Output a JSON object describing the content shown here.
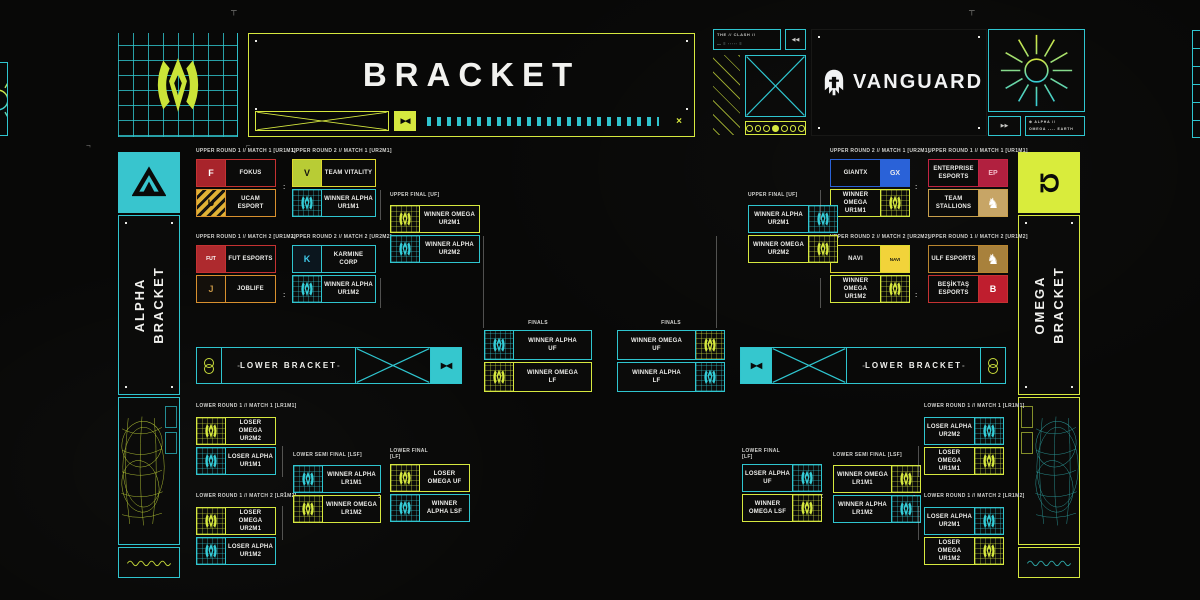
{
  "title_bar": {
    "title": "BRACKET"
  },
  "brand": {
    "name": "VANGUARD",
    "mini_line1": "THE // CLASH //",
    "mini_line2": "— ≡ ····· ≡",
    "rewind_icon": "◀◀",
    "forward_icon": "▶▶",
    "info_row1": "⊕ ALPHA //",
    "info_row2": "OMEGA ---- EARTH"
  },
  "sidebar_left": {
    "word1": "ALPHA",
    "word2": "BRACKET"
  },
  "sidebar_right": {
    "word1": "OMEGA",
    "word2": "BRACKET"
  },
  "lower_bar": {
    "label": "LOWER BRACKET",
    "dash": "-"
  },
  "decor": {
    "colon": ":",
    "bowtie": "▶◀",
    "x_icon": "×",
    "tee": "┬",
    "corner": "¬"
  },
  "alpha_upper": {
    "matches": [
      {
        "header": "UPPER ROUND 1 // MATCH 1 [UR1M1]",
        "slots": [
          {
            "name": "FOKUS",
            "glyph": "F"
          },
          {
            "name": "UCAM ESPORT",
            "glyph": "U"
          }
        ]
      },
      {
        "header": "UPPER ROUND 2 // MATCH 1 [UR2M1]",
        "slots": [
          {
            "name": "TEAM VITALITY",
            "glyph": "V"
          },
          {
            "name": "WINNER ALPHA UR1M1"
          }
        ]
      },
      {
        "header": "UPPER ROUND 1 // MATCH 2 [UR1M2]",
        "slots": [
          {
            "name": "FUT ESPORTS",
            "glyph": "FUT"
          },
          {
            "name": "JOBLIFE",
            "glyph": "J"
          }
        ]
      },
      {
        "header": "UPPER ROUND 2 // MATCH 2 [UR2M2]",
        "slots": [
          {
            "name": "KARMINE CORP",
            "glyph": "K"
          },
          {
            "name": "WINNER ALPHA UR1M2"
          }
        ]
      }
    ],
    "final": {
      "header": "UPPER FINAL [UF]",
      "slots": [
        {
          "name": "WINNER OMEGA UR2M1"
        },
        {
          "name": "WINNER ALPHA UR2M2"
        }
      ]
    }
  },
  "omega_upper": {
    "matches": [
      {
        "header": "UPPER ROUND 2 // MATCH 1 [UR2M1]",
        "slots": [
          {
            "name": "GIANTX",
            "glyph": "GX"
          },
          {
            "name": "WINNER OMEGA UR1M1"
          }
        ]
      },
      {
        "header": "UPPER ROUND 1 // MATCH 1 [UR1M1]",
        "slots": [
          {
            "name": "ENTERPRISE ESPORTS",
            "glyph": "EP"
          },
          {
            "name": "TEAM STALLIONS",
            "glyph": "♞"
          }
        ]
      },
      {
        "header": "UPPER ROUND 2 // MATCH 2 [UR2M2]",
        "slots": [
          {
            "name": "NAVI",
            "glyph": "NAVI"
          },
          {
            "name": "WINNER OMEGA UR1M2"
          }
        ]
      },
      {
        "header": "UPPER ROUND 1 // MATCH 2 [UR1M2]",
        "slots": [
          {
            "name": "ULF ESPORTS",
            "glyph": "♞"
          },
          {
            "name": "BEŞİKTAŞ ESPORTS",
            "glyph": "B"
          }
        ]
      }
    ],
    "final": {
      "header": "UPPER FINAL [UF]",
      "slots": [
        {
          "name": "WINNER ALPHA UR2M1"
        },
        {
          "name": "WINNER OMEGA UR2M2"
        }
      ]
    }
  },
  "alpha_lower": {
    "matches": [
      {
        "header": "LOWER ROUND 1 // MATCH 1 [LR1M1]",
        "slots": [
          {
            "name": "LOSER OMEGA UR2M2"
          },
          {
            "name": "LOSER ALPHA UR1M1"
          }
        ]
      },
      {
        "header": "LOWER ROUND 1 // MATCH 2 [LR1M2]",
        "slots": [
          {
            "name": "LOSER OMEGA UR2M1"
          },
          {
            "name": "LOSER ALPHA UR1M2"
          }
        ]
      }
    ],
    "semifinal": {
      "header": "LOWER SEMI FINAL [LSF]",
      "slots": [
        {
          "name": "WINNER ALPHA LR1M1"
        },
        {
          "name": "WINNER OMEGA LR1M2"
        }
      ]
    },
    "final": {
      "line1": "LOWER FINAL",
      "line2": "[LF]",
      "slots": [
        {
          "name": "LOSER OMEGA UF"
        },
        {
          "name": "WINNER ALPHA LSF"
        }
      ]
    }
  },
  "omega_lower": {
    "matches": [
      {
        "header": "LOWER ROUND 1 // MATCH 1 [LR1M1]",
        "slots": [
          {
            "name": "LOSER ALPHA UR2M2"
          },
          {
            "name": "LOSER OMEGA UR1M1"
          }
        ]
      },
      {
        "header": "LOWER ROUND 1 // MATCH 2 [LR1M2]",
        "slots": [
          {
            "name": "LOSER ALPHA UR2M1"
          },
          {
            "name": "LOSER OMEGA UR1M2"
          }
        ]
      }
    ],
    "semifinal": {
      "header": "LOWER SEMI FINAL [LSF]",
      "slots": [
        {
          "name": "WINNER OMEGA LR1M1"
        },
        {
          "name": "WINNER ALPHA LR1M2"
        }
      ]
    },
    "final": {
      "line1": "LOWER FINAL",
      "line2": "[LF]",
      "slots": [
        {
          "name": "LOSER ALPHA UF"
        },
        {
          "name": "WINNER OMEGA LSF"
        }
      ]
    }
  },
  "finals_left": {
    "header": "FINALS",
    "slots": [
      {
        "name": "WINNER ALPHA UF"
      },
      {
        "name": "WINNER OMEGA LF"
      }
    ]
  },
  "finals_right": {
    "header": "FINALS",
    "slots": [
      {
        "name": "WINNER OMEGA UF"
      },
      {
        "name": "WINNER ALPHA LF"
      }
    ]
  },
  "colors": {
    "cyan": "#2FC5CF",
    "lime": "#D6E83F",
    "red": "#C53232",
    "blue": "#2A62D8",
    "crimson": "#C22443",
    "gold": "#B9862F",
    "tan": "#C9A04C",
    "yellow": "#E0D92F",
    "orange": "#D8902E"
  }
}
